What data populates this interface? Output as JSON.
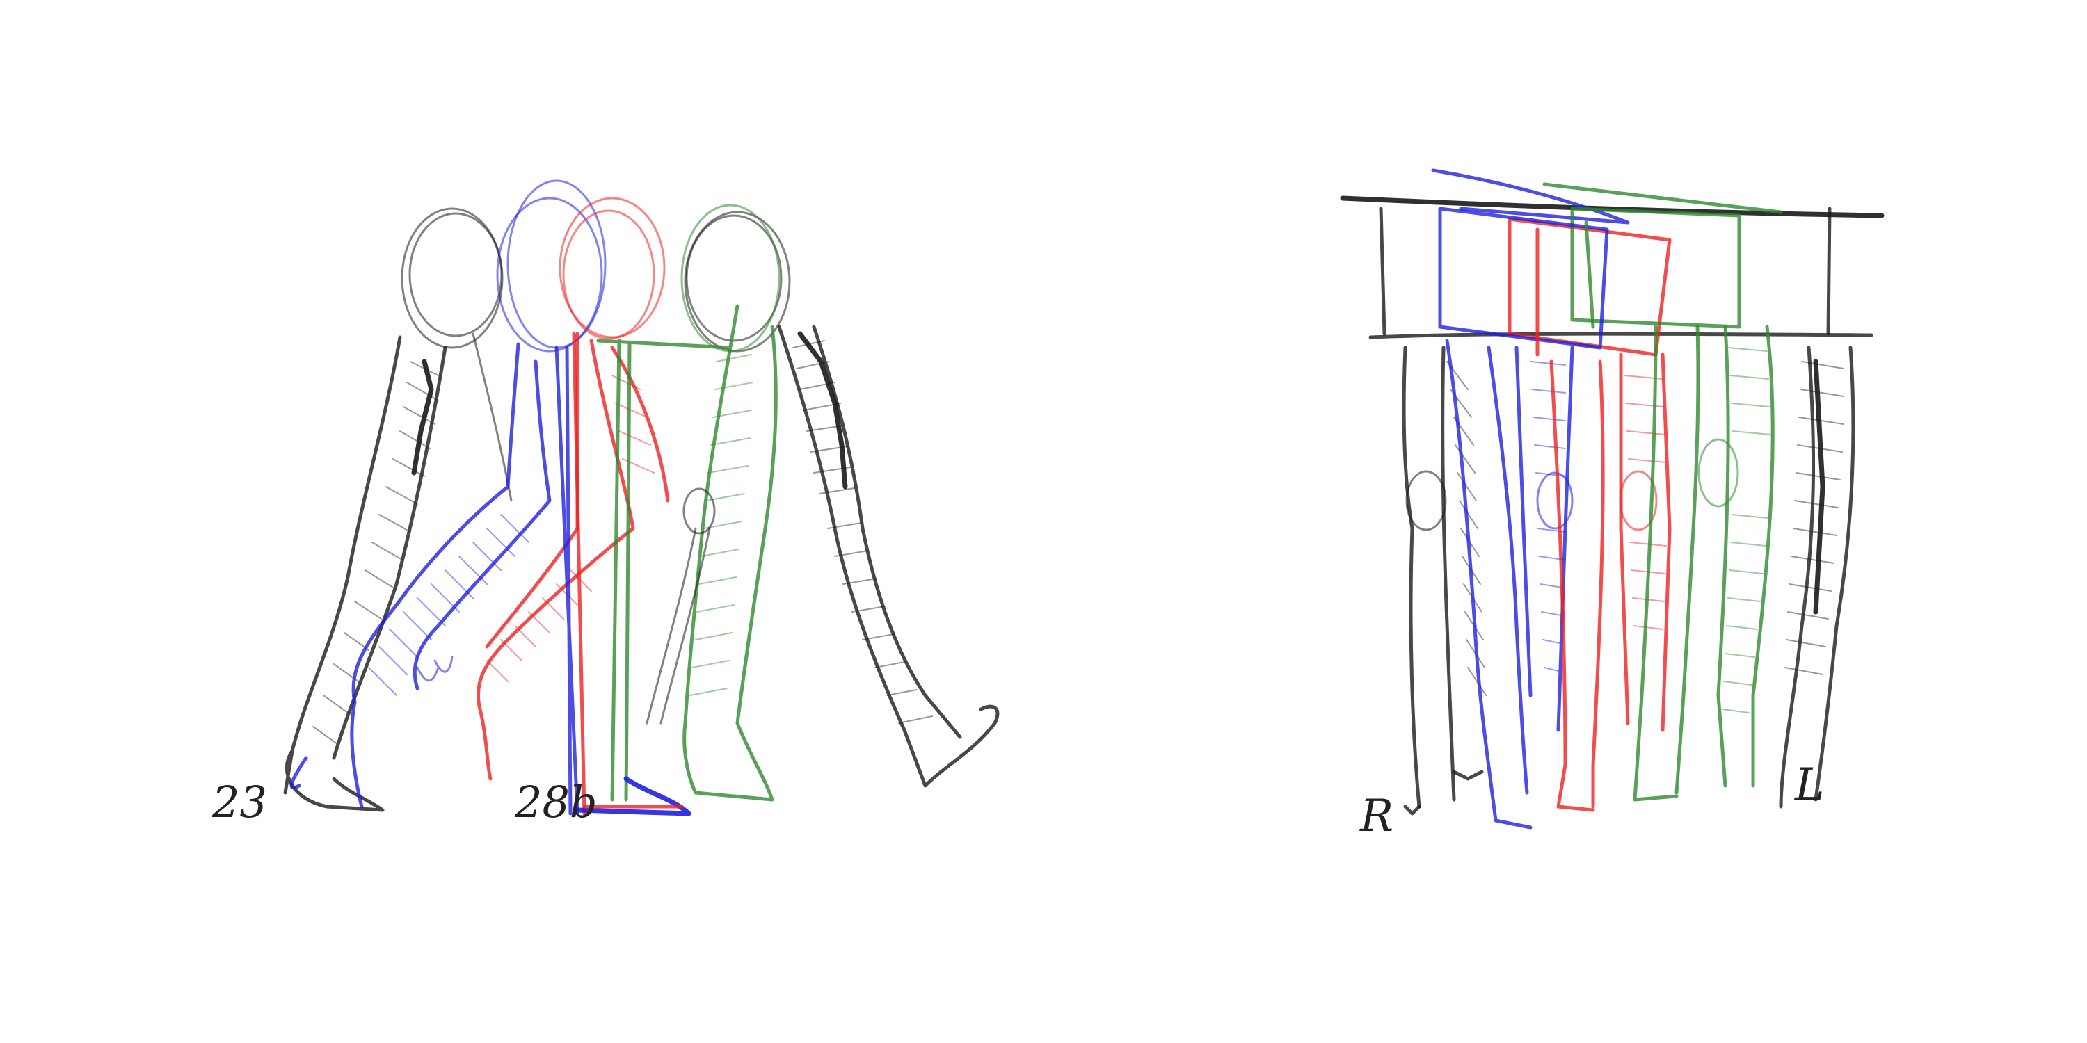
{
  "colors": {
    "background": "#ffffff",
    "graphite": "#1a1a1a",
    "blue": "#1f1fe0",
    "red": "#ee2020",
    "green": "#2f8a2f"
  },
  "side_view": {
    "labels": {
      "left_number": "23",
      "middle_number": "28b"
    }
  },
  "front_view": {
    "labels": {
      "right_side": "R",
      "left_side": "L"
    }
  }
}
